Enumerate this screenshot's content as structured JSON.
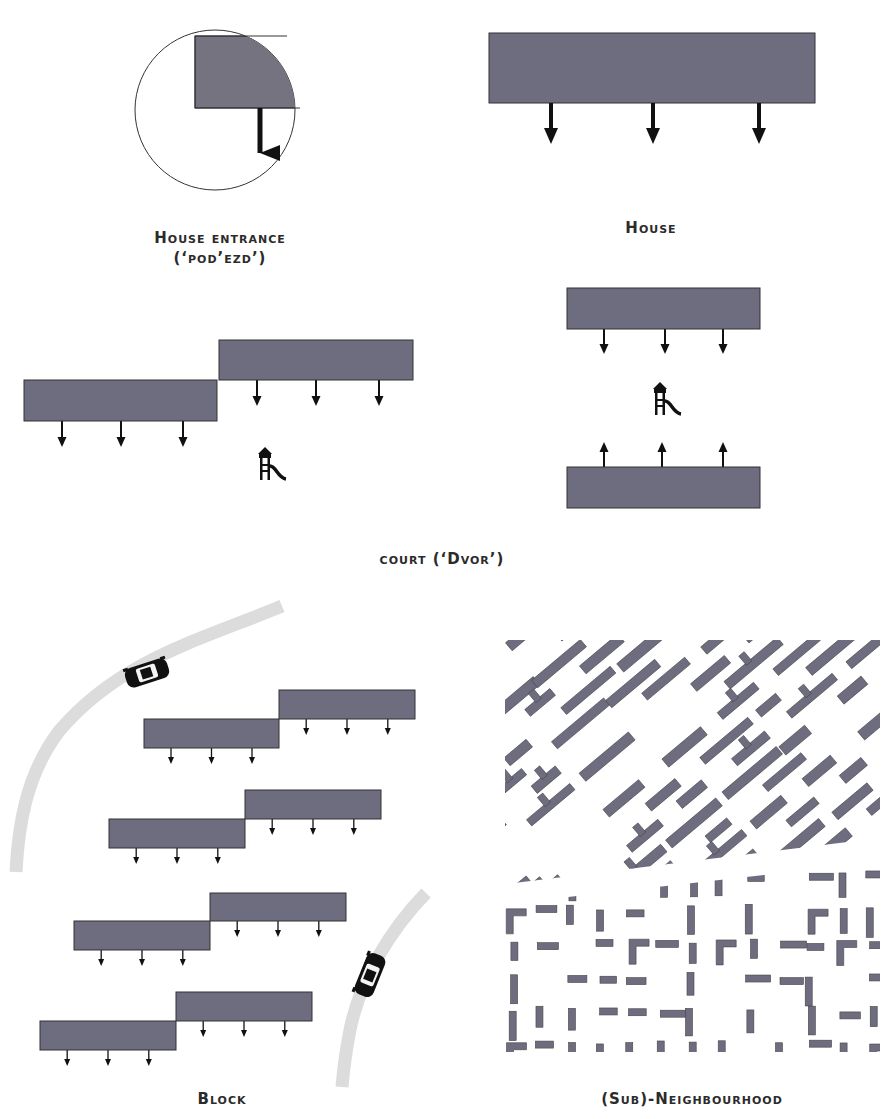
{
  "diagram": {
    "labels": [
      "House entrance (‘pod’ezd’)",
      "House",
      "court (‘Dvor’)",
      "Block",
      "(Sub)-Neighbourhood"
    ]
  }
}
